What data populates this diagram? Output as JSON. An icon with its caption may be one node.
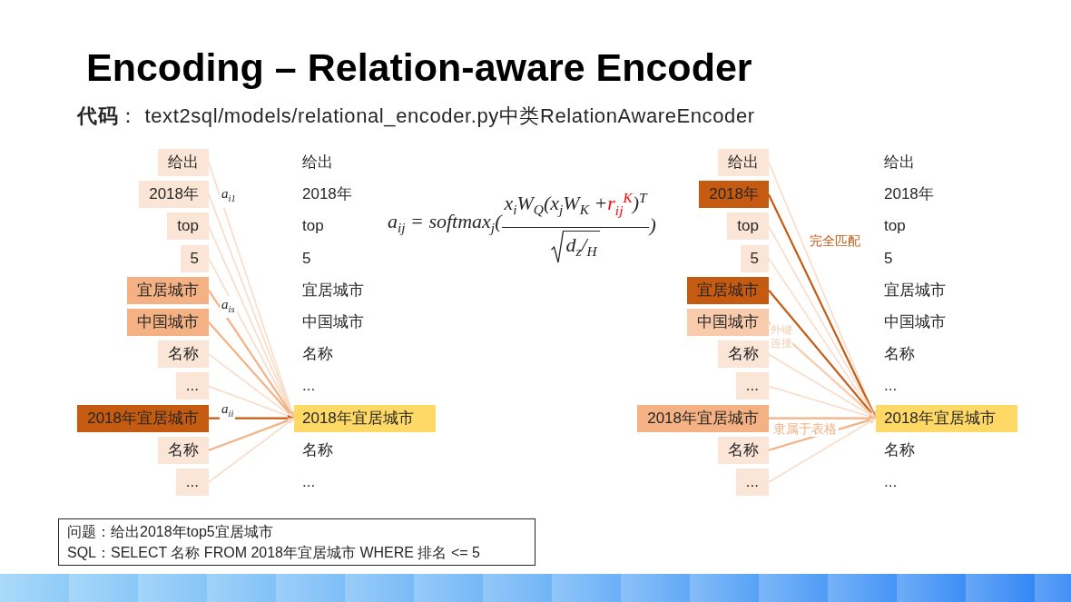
{
  "diagram": {
    "title": "Encoding – Relation-aware Encoder",
    "nodes": [
      {
        "text": [
          "给出"
        ]
      },
      {
        "text": [
          "2018年"
        ]
      },
      {
        "text": [
          "top"
        ]
      },
      {
        "text": [
          "5"
        ]
      },
      {
        "text": [
          "宜居城市"
        ]
      },
      {
        "text": [
          "中国城市"
        ]
      },
      {
        "text": [
          "名称"
        ]
      },
      {
        "text": [
          "..."
        ]
      },
      {
        "text": [
          "2018年宜居城市"
        ]
      },
      {
        "text": [
          "名称"
        ]
      },
      {
        "text": [
          "..."
        ]
      },
      {
        "text": [
          "2018年宜居城市"
        ]
      },
      {
        "text": [
          "给出"
        ]
      },
      {
        "text": [
          "2018年"
        ]
      },
      {
        "text": [
          "top"
        ]
      },
      {
        "text": [
          "5"
        ]
      },
      {
        "text": [
          "宜居城市"
        ]
      },
      {
        "text": [
          "中国城市"
        ]
      },
      {
        "text": [
          "名称"
        ]
      },
      {
        "text": [
          "..."
        ]
      },
      {
        "text": [
          "2018年宜居城市"
        ]
      },
      {
        "text": [
          "名称"
        ]
      },
      {
        "text": [
          "..."
        ]
      },
      {
        "text": [
          "2018年宜居城市"
        ]
      },
      {
        "text": [
          "问题：给出2018年top5宜居城市",
          "SQL：SELECT 名称 FROM 2018年宜居城市 WHERE 排名 <= 5"
        ]
      }
    ],
    "edges": [
      {
        "from": 0,
        "to": 11,
        "arrow": "to",
        "label": "a$_{i1}$"
      },
      {
        "from": 1,
        "to": 11,
        "arrow": "to"
      },
      {
        "from": 2,
        "to": 11,
        "arrow": "to"
      },
      {
        "from": 3,
        "to": 11,
        "arrow": "to"
      },
      {
        "from": 4,
        "to": 11,
        "arrow": "to",
        "label": "a$_{is}$",
        "color": "#f4b183"
      },
      {
        "from": 5,
        "to": 11,
        "arrow": "to",
        "color": "#f4b183"
      },
      {
        "from": 6,
        "to": 11,
        "arrow": "to"
      },
      {
        "from": 7,
        "to": 11,
        "arrow": "to"
      },
      {
        "from": 8,
        "to": 11,
        "arrow": "to",
        "label": "a$_{ii}$",
        "color": "#c55a11"
      },
      {
        "from": 9,
        "to": 11,
        "arrow": "to",
        "color": "#f4b183"
      },
      {
        "from": 10,
        "to": 11,
        "arrow": "to"
      },
      {
        "from": 12,
        "to": 23,
        "arrow": "to"
      },
      {
        "from": 13,
        "to": 23,
        "arrow": "to",
        "label": "完全匹配",
        "color": "#c55a11"
      },
      {
        "from": 14,
        "to": 23,
        "arrow": "to"
      },
      {
        "from": 15,
        "to": 23,
        "arrow": "to"
      },
      {
        "from": 16,
        "to": 23,
        "arrow": "to",
        "color": "#c55a11"
      },
      {
        "from": 17,
        "to": 23,
        "arrow": "to",
        "label": "外键连接",
        "color": "#f8cbad"
      },
      {
        "from": 18,
        "to": 23,
        "arrow": "to"
      },
      {
        "from": 19,
        "to": 23,
        "arrow": "to"
      },
      {
        "from": 20,
        "to": 23,
        "arrow": "to",
        "color": "#f4b183"
      },
      {
        "from": 21,
        "to": 23,
        "arrow": "to",
        "label": "隶属于表格",
        "color": "#f4b183"
      },
      {
        "from": 22,
        "to": 23,
        "arrow": "to"
      }
    ],
    "labels": [
      "**代码**： text2sql/models/relational_encoder.py中类RelationAwareEncoder",
      "给出",
      "2018年",
      "top",
      "5",
      "宜居城市",
      "中国城市",
      "名称",
      "...",
      "名称",
      "...",
      "a$_{ij}$ = softmax$_{j}$(",
      "x$_{i}$W$_{Q}$(x$_{j}$W$_{K}$ +",
      "r$_{ij}$$^{K}$",
      ")$^{T}$",
      "d$_{z}$/$_{H}$",
      ")",
      "给出",
      "2018年",
      "top",
      "5",
      "宜居城市",
      "中国城市",
      "名称",
      "...",
      "名称",
      "..."
    ]
  }
}
